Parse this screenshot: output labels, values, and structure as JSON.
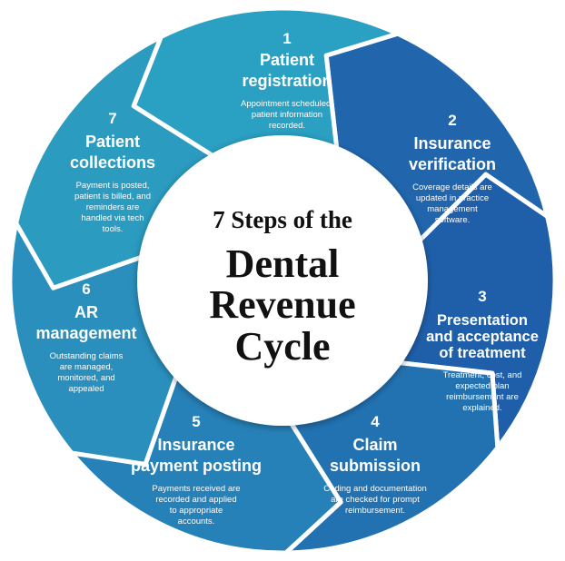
{
  "center": {
    "line1": "7 Steps of the",
    "line2": "Dental",
    "line3": "Revenue",
    "line4": "Cycle"
  },
  "steps": [
    {
      "number": "1",
      "title": [
        "Patient",
        "registration"
      ],
      "description": [
        "Appointment scheduled,",
        "patient information",
        "recorded."
      ],
      "color": "#2166ad"
    },
    {
      "number": "2",
      "title": [
        "Insurance",
        "verification"
      ],
      "description": [
        "Coverage details are",
        "updated in practice",
        "management",
        "software."
      ],
      "color": "#1f5faa"
    },
    {
      "number": "3",
      "title": [
        "Presentation",
        "and acceptance",
        "of treatment"
      ],
      "description": [
        "Treatment, cost, and",
        "expected plan",
        "reimbursement are",
        "explained."
      ],
      "color": "#2272b2"
    },
    {
      "number": "4",
      "title": [
        "Claim",
        "submission"
      ],
      "description": [
        "Coding and documentation",
        "are checked for prompt",
        "reimbursement."
      ],
      "color": "#2681b8"
    },
    {
      "number": "5",
      "title": [
        "Insurance",
        "payment posting"
      ],
      "description": [
        "Payments received are",
        "recorded and applied",
        "to appropriate",
        "accounts."
      ],
      "color": "#2a8fbd"
    },
    {
      "number": "6",
      "title": [
        "AR",
        "management"
      ],
      "description": [
        "Outstanding claims",
        "are managed,",
        "monitored, and",
        "appealed"
      ],
      "color": "#2b9bc0"
    },
    {
      "number": "7",
      "title": [
        "Patient",
        "collections"
      ],
      "description": [
        "Payment is posted,",
        "patient is billed, and",
        "reminders are",
        "handled via tech",
        "tools."
      ],
      "color": "#2aa0c2"
    }
  ]
}
